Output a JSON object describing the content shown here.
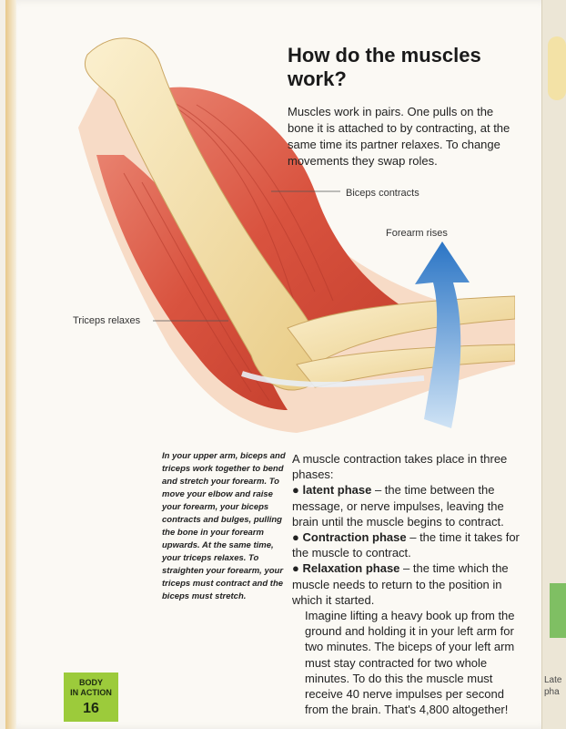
{
  "heading": {
    "title_line1": "How do the muscles",
    "title_line2": "work?"
  },
  "intro": "Muscles work in pairs. One pulls on the bone it is attached to by contracting, at the same time its partner relaxes. To change movements they swap roles.",
  "illustration": {
    "labels": {
      "biceps": "Biceps contracts",
      "forearm": "Forearm rises",
      "triceps": "Triceps relaxes"
    },
    "colors": {
      "muscle": "#d9533f",
      "bone": "#f1dba0",
      "arrow": "#2b75c5"
    }
  },
  "caption": "In your upper arm, biceps and triceps work together to bend and stretch your forearm. To move your elbow and raise your forearm, your biceps contracts and bulges, pulling the bone in your forearm upwards. At the same time, your triceps relaxes. To straighten your forearm, your triceps must contract and the biceps must stretch.",
  "body": {
    "lead": "A muscle contraction takes place in three phases:",
    "phases": [
      {
        "term": "latent phase",
        "text": " – the time between the message, or nerve impulses, leaving the brain until the muscle begins to contract."
      },
      {
        "term": "Contraction phase",
        "text": " – the time it takes for the muscle to contract."
      },
      {
        "term": "Relaxation phase",
        "text": " – the time which the muscle needs to return to the position in which it started."
      }
    ],
    "bullet": "●",
    "closing": "Imagine lifting a heavy book up from the ground and holding it in your left arm for two minutes. The biceps of your left arm must stay contracted for two whole minutes. To do this the muscle must receive 40 nerve impulses per second from the brain. That's 4,800 altogether!"
  },
  "badge": {
    "line1": "BODY",
    "line2": "IN ACTION",
    "page": "16",
    "color": "#9ccb3b"
  },
  "adjacent_page_peek": {
    "line1": "Late",
    "line2": "pha"
  }
}
